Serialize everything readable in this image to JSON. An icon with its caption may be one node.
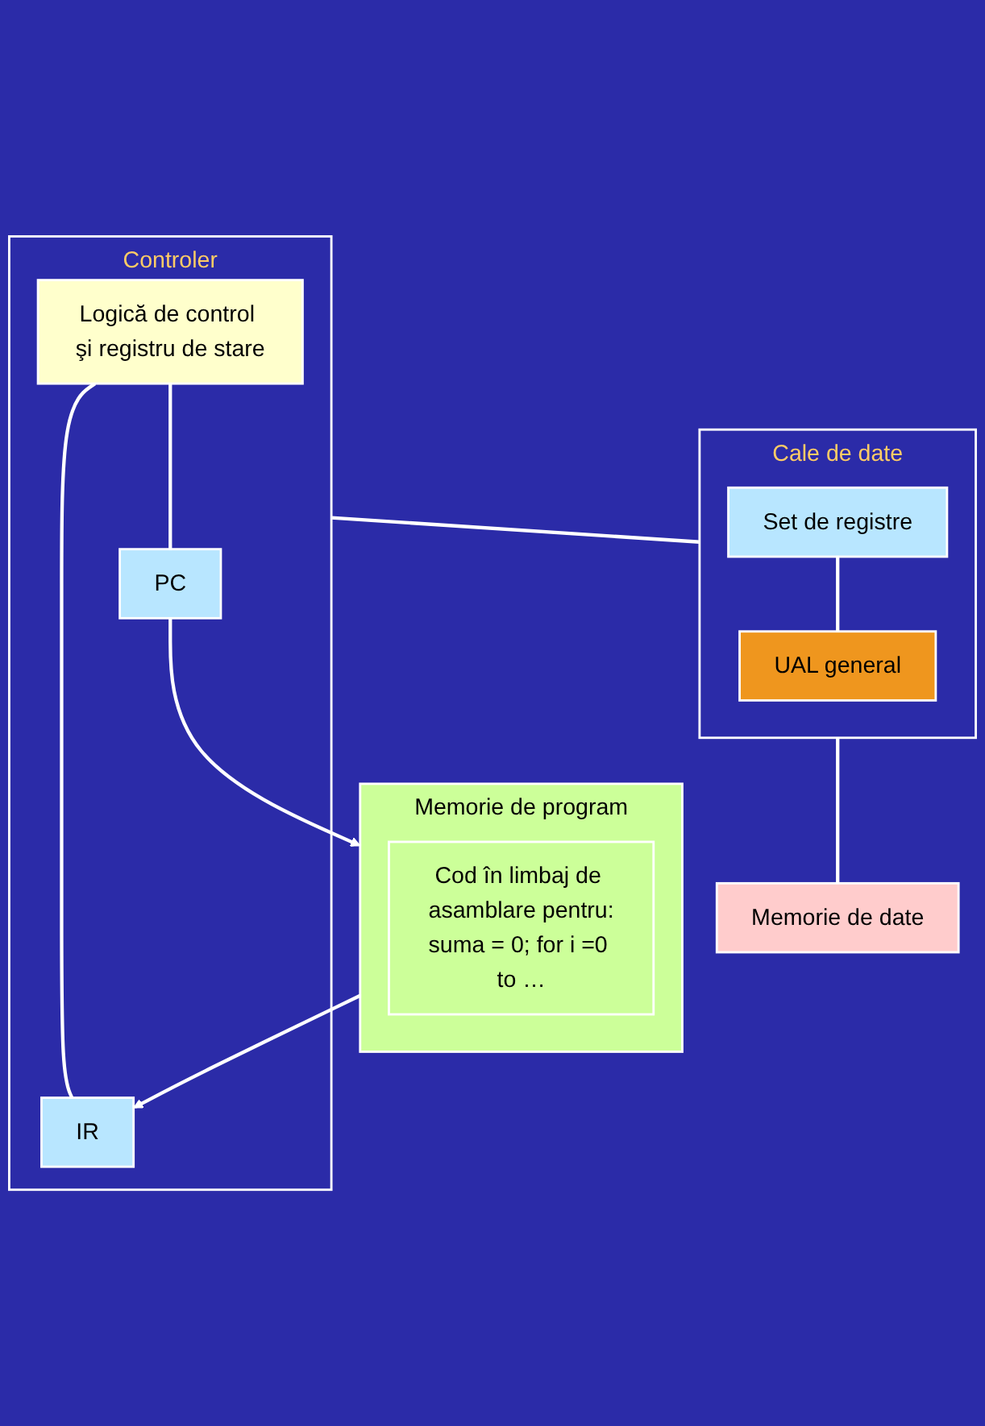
{
  "diagram": {
    "nodes": [
      {
        "text": [
          "Controler"
        ]
      },
      {
        "text": [
          "Logică de control şi registru de stare"
        ],
        "in": 0
      },
      {
        "text": [
          "IR"
        ],
        "in": 0
      },
      {
        "text": [
          "PC"
        ],
        "in": 0
      },
      {
        "text": [
          "Cale de date"
        ]
      },
      {
        "text": [
          "Set de registre"
        ],
        "in": 4
      },
      {
        "text": [
          "UAL general"
        ],
        "in": 4
      },
      {
        "text": [
          "Memorie de program"
        ]
      },
      {
        "text": [
          "Cod în limbaj de asamblare pentru:",
          "suma = 0; for i =0 to …"
        ],
        "in": 7
      },
      {
        "text": [
          "Memorie de date"
        ]
      }
    ],
    "edges": [
      {
        "from": 1,
        "to": 2,
        "arrow": "none"
      },
      {
        "from": 1,
        "to": 3,
        "arrow": "none"
      },
      {
        "from": 0,
        "to": 4,
        "arrow": "none"
      },
      {
        "from": 5,
        "to": 6,
        "arrow": "none"
      },
      {
        "from": 7,
        "to": 2,
        "arrow": "to"
      },
      {
        "from": 3,
        "to": 7,
        "arrow": "to"
      },
      {
        "from": 4,
        "to": 9,
        "arrow": "none"
      }
    ]
  }
}
